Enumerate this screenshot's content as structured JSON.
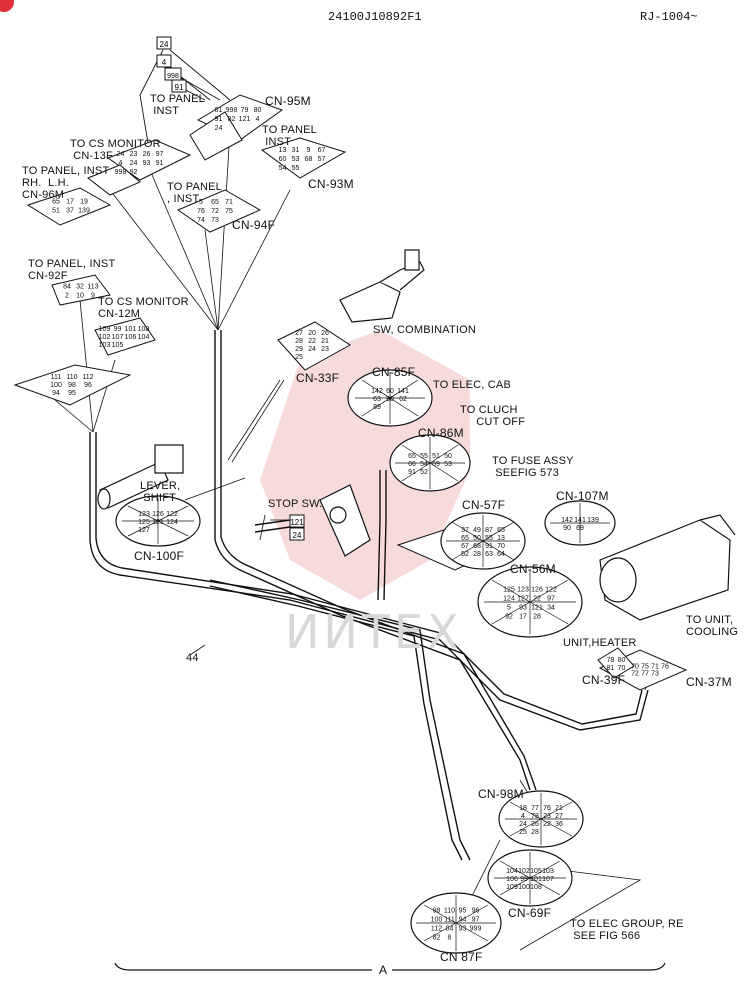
{
  "header": {
    "part_number": "24100J10892F1",
    "serial_range": "RJ-1004~"
  },
  "watermark": "ИИТЕX",
  "footer": {
    "view_label": "A"
  },
  "harness_number": "44",
  "labels": {
    "to_panel_inst_top": "TO PANEL\n INST",
    "cn95m": "CN-95M",
    "to_panel_inst_right": "TO PANEL\n INST",
    "to_cs_monitor_13f": "TO CS MONITOR\n CN-13F",
    "to_panel_inst_rh_lh": "TO PANEL, INST\nRH.  L.H.\nCN-96M",
    "to_panel_inst_94": "TO PANEL\n, INST",
    "cn93m": "CN-93M",
    "cn94f": "CN-94F",
    "to_panel_inst_92f": "TO PANEL, INST\nCN-92F",
    "to_cs_monitor_12m": "TO CS MONITOR\nCN-12M",
    "sw_combination": "SW, COMBINATION",
    "cn33f": "CN-33F",
    "cn85f": "CN-85F",
    "to_elec_cab": "TO ELEC, CAB",
    "to_cluch_cut_off": "TO CLUCH\n     CUT OFF",
    "cn86m": "CN-86M",
    "to_fuse_assy": "TO FUSE ASSY\n SEEFIG 573",
    "lever_shift": "LEVER,\n SHIFT",
    "stop_sw": "STOP SW.",
    "cn57f": "CN-57F",
    "cn107m": "CN-107M",
    "cn100f": "CN-100F",
    "cn56m": "CN-56M",
    "to_unit_cooling": "TO UNIT,\nCOOLING",
    "unit_heater": "UNIT,HEATER",
    "cn39f": "CN-39F",
    "cn37m": "CN-37M",
    "cn98m": "CN-98M",
    "cn69f": "CN-69F",
    "to_elec_group": "TO ELEC GROUP, RE\n SEE FIG 566",
    "cn87f": "CN 87F"
  },
  "wire_tags": [
    "24",
    "4",
    "998",
    "91",
    "121",
    "24"
  ],
  "connectors": {
    "cn95m": [
      "81",
      "998",
      "79",
      "80",
      "91",
      "82",
      "121",
      "4",
      "24"
    ],
    "cn13f": [
      "24",
      "23",
      "26",
      "97",
      "4",
      "24",
      "93",
      "91",
      "998",
      "92"
    ],
    "cn96m": [
      "65",
      "17",
      "19",
      "51",
      "37",
      "139"
    ],
    "cn93m": [
      "13",
      "31",
      "9",
      "67",
      "60",
      "53",
      "68",
      "57",
      "54",
      "55"
    ],
    "cn94f": [
      "5",
      "65",
      "71",
      "76",
      "72",
      "75",
      "74",
      "73"
    ],
    "cn92f": [
      "84",
      "32",
      "113",
      "2",
      "10",
      "9"
    ],
    "cn12m": [
      "109",
      "99",
      "101",
      "108",
      "102",
      "107",
      "106",
      "104",
      "103",
      "105"
    ],
    "cn_left_strip": [
      "111",
      "110",
      "112",
      "100",
      "98",
      "96",
      "94",
      "95"
    ],
    "cn33f": [
      "27",
      "20",
      "26",
      "28",
      "22",
      "21",
      "29",
      "24",
      "23",
      "25"
    ],
    "cn85f": [
      "142",
      "60",
      "141",
      "63",
      "90",
      "62",
      "89"
    ],
    "cn86m": [
      "65",
      "55",
      "51",
      "50",
      "66",
      "54",
      "69",
      "53",
      "91",
      "52"
    ],
    "cn100f": [
      "123",
      "126",
      "122",
      "125",
      "121",
      "124",
      "127"
    ],
    "cn57f": [
      "37",
      "49",
      "87",
      "65",
      "65",
      "50",
      "55",
      "13",
      "67",
      "68",
      "91",
      "70",
      "52",
      "28",
      "63",
      "64"
    ],
    "cn107m": [
      "142",
      "141",
      "139",
      "90",
      "69"
    ],
    "cn56m": [
      "125",
      "123",
      "126",
      "122",
      "124",
      "127",
      "22",
      "97",
      "5",
      "93",
      "121",
      "34",
      "92",
      "17",
      "28"
    ],
    "cn39f": [
      "78",
      "80",
      "81",
      "70"
    ],
    "cn37m": [
      "70",
      "75",
      "71",
      "76",
      "72",
      "77",
      "73"
    ],
    "cn98m": [
      "18",
      "77",
      "76",
      "21",
      "4",
      "78",
      "23",
      "27",
      "24",
      "26",
      "22",
      "36",
      "25",
      "28"
    ],
    "cn69f": [
      "104",
      "102",
      "105",
      "103",
      "106",
      "99",
      "101",
      "107",
      "109",
      "100",
      "108"
    ],
    "cn87f": [
      "98",
      "110",
      "95",
      "96",
      "100",
      "111",
      "94",
      "97",
      "112",
      "84",
      "93",
      "999",
      "82",
      "8"
    ]
  }
}
